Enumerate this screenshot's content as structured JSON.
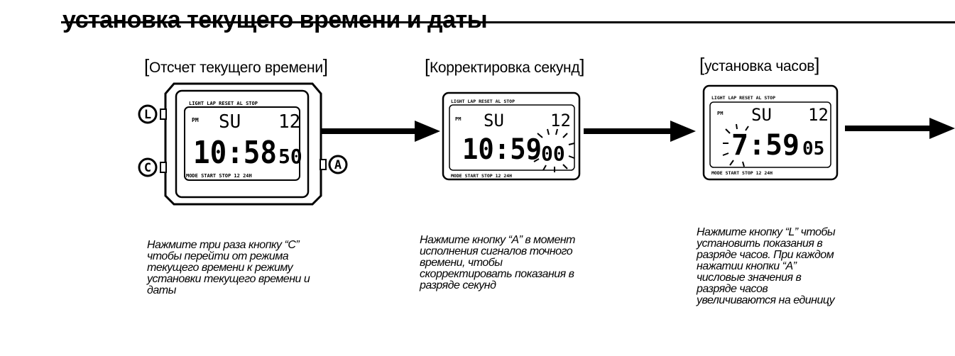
{
  "page": {
    "title": "установка текущего времени и даты"
  },
  "steps": [
    {
      "caption": "Отсчет текущего времени",
      "buttons": {
        "L": "L",
        "C": "C",
        "A": "A"
      },
      "watch": {
        "top_labels": "LIGHT LAP RESET AL STOP",
        "bottom_labels": "MODE  START STOP 12 24H",
        "pm": "PM",
        "day": "SU",
        "date": "12",
        "time": "10:58",
        "seconds": "50"
      },
      "description": [
        "Нажмите три раза кнопку “C”",
        "чтобы перейти от режима",
        "текущего времени к режиму",
        "установки текущего времени и",
        "даты"
      ]
    },
    {
      "caption": "Корректировка секунд",
      "watch": {
        "top_labels": "LIGHT LAP RESET AL STOP",
        "bottom_labels": "MODE  START STOP 12 24H",
        "pm": "PM",
        "day": "SU",
        "date": "12",
        "time": "10:59",
        "seconds": "00"
      },
      "description": [
        "Нажмите кнопку “A” в момент",
        "исполнения сигналов точного",
        "времени, чтобы",
        "скорректировать показания в",
        "разряде секунд"
      ]
    },
    {
      "caption": "установка часов",
      "watch": {
        "top_labels": "LIGHT LAP RESET AL STOP",
        "bottom_labels": "MODE  START STOP 12 24H",
        "pm": "PM",
        "day": "SU",
        "date": "12",
        "hours": "7",
        "rest": ":59",
        "seconds": "05"
      },
      "description": [
        "Нажмите кнопку “L” чтобы",
        "установить показания в",
        "разряде часов. При каждом",
        "нажатии кнопки “A”",
        "числовые значения в",
        "разряде часов",
        "увеличиваются на единицу"
      ]
    }
  ]
}
